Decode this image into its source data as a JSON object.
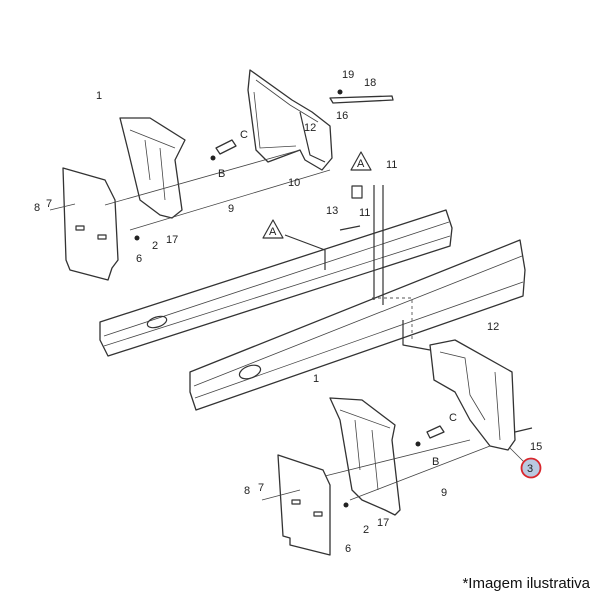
{
  "diagram": {
    "top_callouts": {
      "c1": "1",
      "c19": "19",
      "c18": "18",
      "c16": "16",
      "c12": "12",
      "cC": "C",
      "cB": "B",
      "cA1": "A",
      "c11a": "11",
      "c10": "10",
      "c9": "9",
      "c13": "13",
      "c11b": "11",
      "c8": "8",
      "c7": "7",
      "c2": "2",
      "c17": "17",
      "c6": "6",
      "cA2": "A"
    },
    "bottom_callouts": {
      "c12": "12",
      "c1": "1",
      "cC": "C",
      "cB": "B",
      "c15": "15",
      "c3": "3",
      "c9": "9",
      "c8": "8",
      "c7": "7",
      "c2": "2",
      "c17": "17",
      "c6": "6"
    },
    "highlight_color": "#d9262c",
    "highlight_fill": "#b9c9e0"
  },
  "footer": {
    "note": "*Imagem ilustrativa"
  }
}
